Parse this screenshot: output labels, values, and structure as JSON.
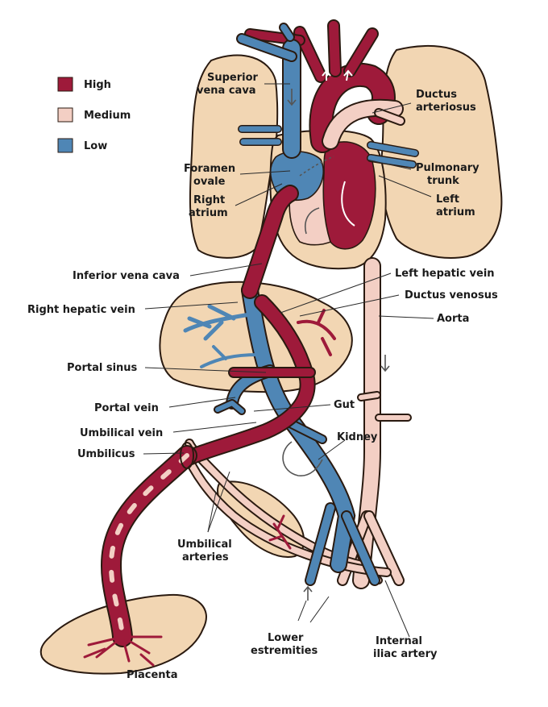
{
  "legend": [
    {
      "label": "High",
      "color": "#9e1a3a"
    },
    {
      "label": "Medium",
      "color": "#f3cfc4"
    },
    {
      "label": "Low",
      "color": "#4f86b5"
    }
  ],
  "labels": {
    "superior_vena_cava_1": "Superior",
    "superior_vena_cava_2": "vena cava",
    "ductus_arteriosus_1": "Ductus",
    "ductus_arteriosus_2": "arteriosus",
    "foramen_ovale_1": "Foramen",
    "foramen_ovale_2": "ovale",
    "pulmonary_trunk_1": "Pulmonary",
    "pulmonary_trunk_2": "trunk",
    "right_atrium_1": "Right",
    "right_atrium_2": "atrium",
    "left_atrium_1": "Left",
    "left_atrium_2": "atrium",
    "inferior_vena_cava": "Inferior vena cava",
    "left_hepatic_vein": "Left hepatic vein",
    "ductus_venosus": "Ductus venosus",
    "right_hepatic_vein": "Right hepatic vein",
    "aorta": "Aorta",
    "portal_sinus": "Portal sinus",
    "gut": "Gut",
    "portal_vein": "Portal vein",
    "umbilical_vein": "Umbilical vein",
    "kidney": "Kidney",
    "umbilicus": "Umbilicus",
    "umbilical_arteries_1": "Umbilical",
    "umbilical_arteries_2": "arteries",
    "lower_extremities_1": "Lower",
    "lower_extremities_2": "estremities",
    "internal_iliac_1": "Internal",
    "internal_iliac_2": "iliac artery",
    "placenta": "Placenta"
  }
}
